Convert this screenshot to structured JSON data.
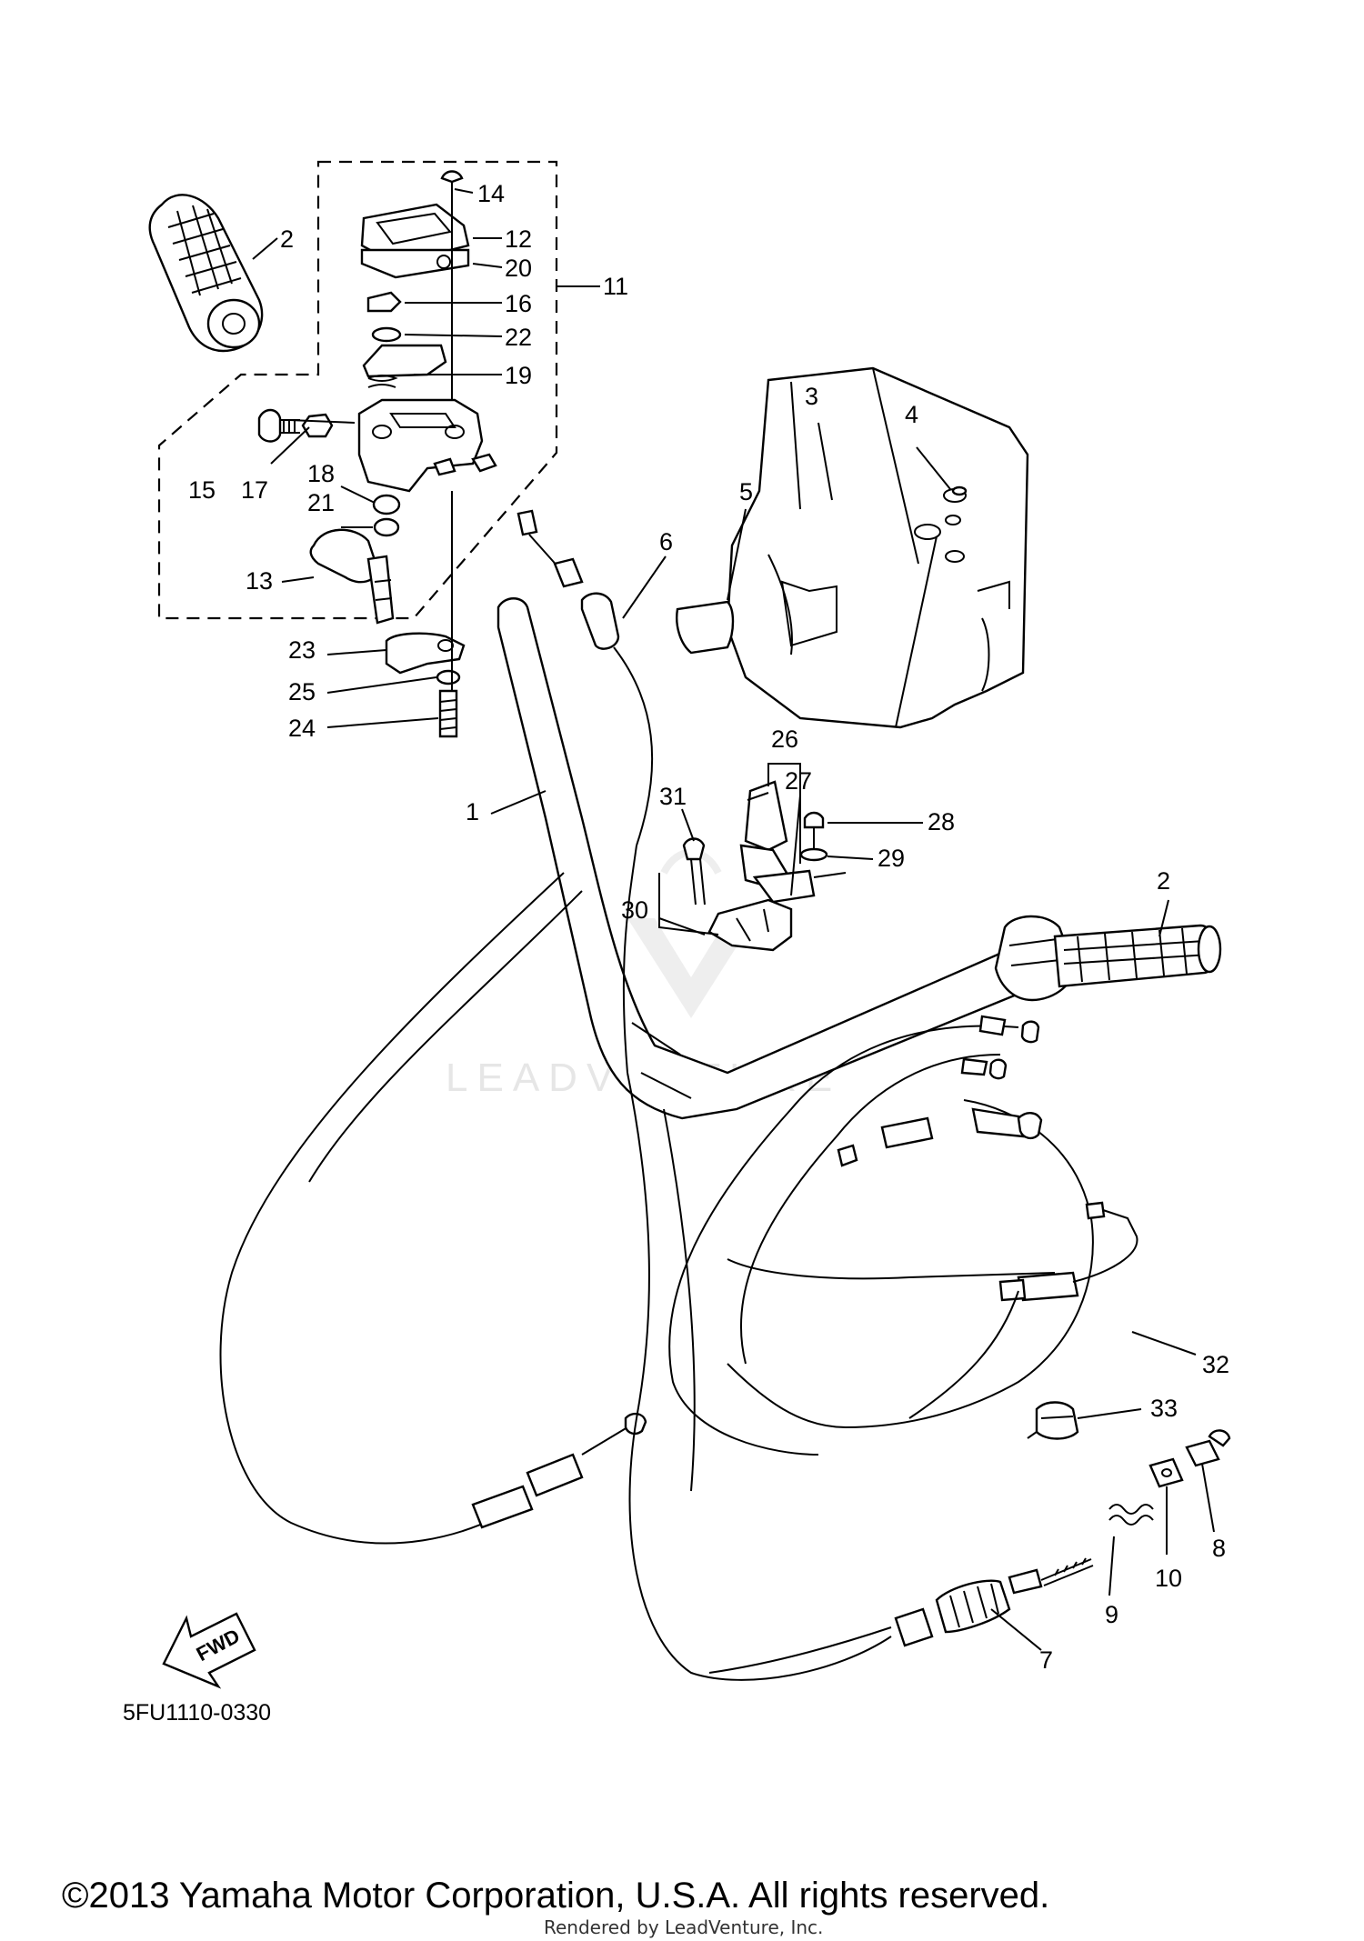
{
  "diagram_code": "5FU1110-0330",
  "copyright": "©2013 Yamaha Motor Corporation, U.S.A. All rights reserved.",
  "rendered_by": "Rendered by LeadVenture, Inc.",
  "watermark": "LEADVENTURE",
  "fwd_label": "FWD",
  "callouts": {
    "c1": "1",
    "c2a": "2",
    "c2b": "2",
    "c3": "3",
    "c4": "4",
    "c5": "5",
    "c6": "6",
    "c7": "7",
    "c8": "8",
    "c9": "9",
    "c10": "10",
    "c11": "11",
    "c12": "12",
    "c13": "13",
    "c14": "14",
    "c15": "15",
    "c16": "16",
    "c17": "17",
    "c18": "18",
    "c19": "19",
    "c20": "20",
    "c21": "21",
    "c22": "22",
    "c23": "23",
    "c24": "24",
    "c25": "25",
    "c26": "26",
    "c27": "27",
    "c28": "28",
    "c29": "29",
    "c30": "30",
    "c31": "31",
    "c32": "32",
    "c33": "33"
  }
}
